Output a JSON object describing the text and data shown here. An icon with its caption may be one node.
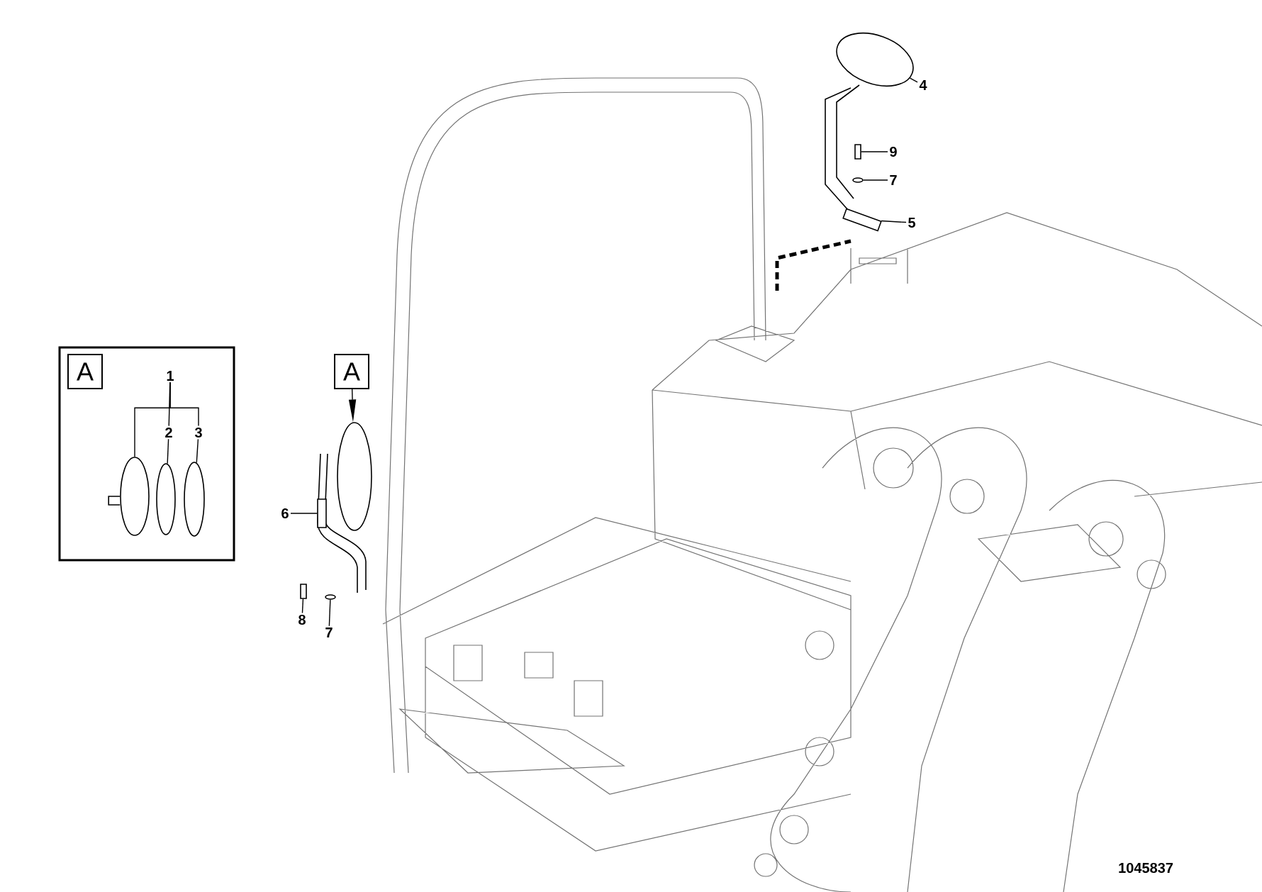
{
  "diagram": {
    "nodes": [
      {
        "text": [],
        "shape": "box"
      },
      {
        "text": [
          "A"
        ],
        "in": 0
      },
      {
        "text": [
          "1"
        ],
        "in": 0
      },
      {
        "text": [
          "2"
        ],
        "in": 0
      },
      {
        "text": [
          "3"
        ],
        "in": 0
      },
      {
        "text": [],
        "shape": "circle",
        "in": 0
      },
      {
        "text": [],
        "shape": "circle",
        "in": 0
      },
      {
        "text": [],
        "shape": "circle",
        "in": 0
      },
      {
        "text": [
          "A"
        ]
      },
      {
        "text": [],
        "shape": "circle"
      },
      {
        "text": [
          "6"
        ]
      },
      {
        "text": [],
        "shape": "bar"
      },
      {
        "text": [
          "8"
        ]
      },
      {
        "text": [],
        "shape": "bar"
      },
      {
        "text": [
          "7"
        ]
      },
      {
        "text": [],
        "shape": "circle"
      },
      {
        "text": [
          "4"
        ]
      },
      {
        "text": [],
        "shape": "circle"
      },
      {
        "text": [
          "9"
        ]
      },
      {
        "text": [],
        "shape": "bar"
      },
      {
        "text": [
          "7"
        ]
      },
      {
        "text": [],
        "shape": "circle"
      },
      {
        "text": [
          "5"
        ]
      },
      {
        "text": [],
        "shape": "bar"
      }
    ],
    "edges": [
      {
        "from": 2,
        "to": 5,
        "arrow": "none"
      },
      {
        "from": 2,
        "to": 3,
        "arrow": "none"
      },
      {
        "from": 2,
        "to": 4,
        "arrow": "none"
      },
      {
        "from": 3,
        "to": 6,
        "arrow": "none"
      },
      {
        "from": 4,
        "to": 7,
        "arrow": "none"
      },
      {
        "from": 8,
        "to": 9,
        "arrow": "to"
      },
      {
        "from": 10,
        "to": 11,
        "arrow": "none"
      },
      {
        "from": 12,
        "to": 13,
        "arrow": "none"
      },
      {
        "from": 14,
        "to": 15,
        "arrow": "none"
      },
      {
        "from": 16,
        "to": 17,
        "arrow": "none"
      },
      {
        "from": 18,
        "to": 19,
        "arrow": "none"
      },
      {
        "from": 20,
        "to": 21,
        "arrow": "none"
      },
      {
        "from": 22,
        "to": 23,
        "arrow": "none"
      }
    ],
    "labels": [
      "1045837"
    ]
  }
}
